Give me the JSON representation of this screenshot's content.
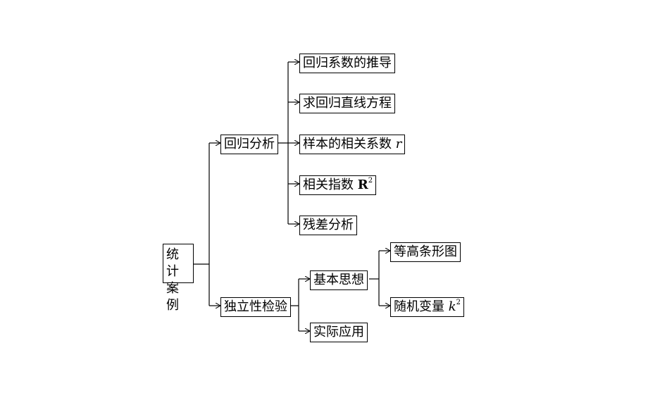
{
  "root": {
    "line1": "统计",
    "line2": "案例"
  },
  "branch_regression": {
    "label": "回归分析",
    "items": [
      {
        "text": "回归系数的推导"
      },
      {
        "text": "求回归直线方程"
      },
      {
        "text": "样本的相关系数 ",
        "var": "r"
      },
      {
        "text": "相关指数 ",
        "var": "R",
        "sup": "2"
      },
      {
        "text": "残差分析"
      }
    ]
  },
  "branch_independence": {
    "label": "独立性检验",
    "basic_idea": {
      "label": "基本思想",
      "items": [
        {
          "text": "等高条形图"
        },
        {
          "text": "随机变量 ",
          "var": "k",
          "sup": "2"
        }
      ]
    },
    "application": {
      "label": "实际应用"
    }
  }
}
